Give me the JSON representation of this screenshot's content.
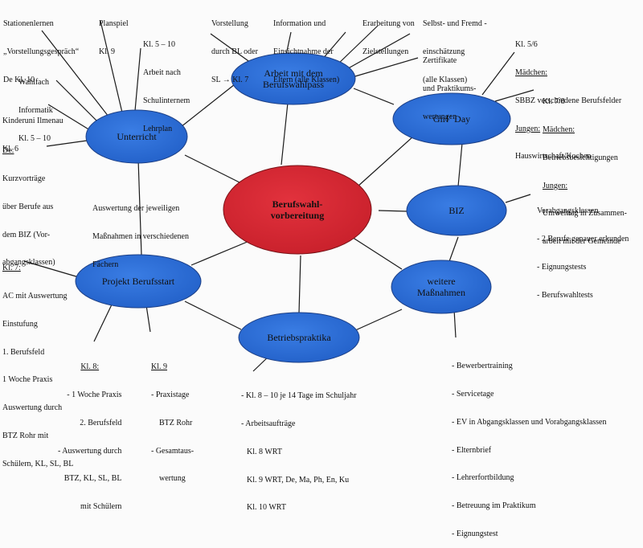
{
  "nodes": {
    "center": "Berufswahl-\nvorbereitung",
    "unterricht": "Unterricht",
    "pass": "Arbeit mit dem\nBerufswahlpass",
    "girlsday": "Girl´ Day",
    "biz": "BIZ",
    "weitere": "weitere\nMaßnahmen",
    "praktika": "Betriebspraktika",
    "projekt": "Projekt Berufsstart"
  },
  "annotations": {
    "stationenlernen": [
      "Stationenlernen",
      "„Vorstellungsgespräch“",
      "De Kl. 10"
    ],
    "planspiel": [
      "Planspiel",
      "Kl. 9"
    ],
    "kl5_10": [
      "Kl. 5 – 10",
      "Arbeit nach",
      "Schulinternem",
      "Lehrplan"
    ],
    "vorstellung": [
      "Vorstellung",
      "durch BL oder",
      "SL → Kl. 7"
    ],
    "information": [
      "Information und",
      "Einsichtnahme der",
      "Eltern (alle Klassen)"
    ],
    "erarbeitung": [
      "Erarbeitung von",
      "Zielstellungen"
    ],
    "selbst": [
      "Selbst- und Fremd -",
      "einschätzung",
      "(alle Klassen)"
    ],
    "zertifikate": [
      "Zertifikate",
      "und Praktikums-",
      "wertungen"
    ],
    "wahlfach": [
      "Wahlfach",
      "Informatik",
      "Kl. 5 – 10"
    ],
    "kinderuni": [
      "Kinderuni Ilmenau",
      "Kl. 6"
    ],
    "de_head": "De:",
    "de": [
      "Kurzvorträge",
      "über Berufe aus",
      "dem BIZ (Vor-",
      "abgangsklassen)"
    ],
    "auswertung": [
      "Auswertung der jeweiligen",
      "Maßnahmen in verschiedenen",
      "Fächern"
    ],
    "girl_kl56": "Kl. 5/6",
    "girl_maedchen1_head": "Mädchen:",
    "girl_maedchen1": "SBBZ verschiedene Berufsfelder",
    "girl_jungen1_head": "Jungen:",
    "girl_jungen1": "Hauswirtschaft/Kochen",
    "girl_kl78": "Kl. 7/8",
    "girl_maedchen2_head": "Mädchen:",
    "girl_maedchen2": "Betriebsbesichtigungen",
    "girl_jungen2_head": "Jungen:",
    "girl_jungen2": [
      "Umwelttag in Zusammen-",
      "arbeit mit der Gemeinde"
    ],
    "biz": [
      "Vorabgangsklassen",
      "- 2 Berufe genauer erkunden",
      "- Eignungstests",
      "- Berufswahltests"
    ],
    "kl7_head": "Kl. 7:",
    "kl7": [
      "AC mit Auswertung",
      "Einstufung",
      "1. Berufsfeld",
      "1 Woche Praxis",
      "Auswertung durch",
      "BTZ Rohr mit",
      "Schülern, KL, SL, BL"
    ],
    "kl8_head": "Kl. 8:",
    "kl8": [
      "- 1 Woche Praxis",
      "2. Berufsfeld",
      "- Auswertung durch",
      "BTZ, KL, SL, BL",
      "mit Schülern"
    ],
    "kl9_head": "Kl. 9",
    "kl9": [
      "- Praxistage",
      "BTZ Rohr",
      "- Gesamtaus-",
      "wertung"
    ],
    "praktika": [
      "- Kl. 8 – 10 je 14 Tage im Schuljahr",
      "- Arbeitsaufträge",
      "Kl. 8 WRT",
      "Kl. 9 WRT, De, Ma, Ph, En, Ku",
      "Kl. 10 WRT"
    ],
    "weitere": [
      "- Bewerbertraining",
      "- Servicetage",
      "- EV in Abgangsklassen und Vorabgangsklassen",
      "- Elternbrief",
      "- Lehrerfortbildung",
      "- Betreuung im Praktikum",
      "- Eignungstest"
    ]
  },
  "colors": {
    "node_blue": "#2f6fd6",
    "node_red": "#d62a35",
    "line": "#1a1a1a"
  }
}
